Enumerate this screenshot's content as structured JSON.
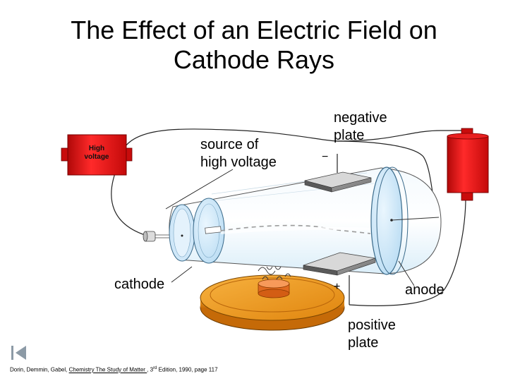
{
  "title": {
    "line1": "The Effect of an Electric Field on",
    "line2": "Cathode Rays"
  },
  "labels": {
    "negative_plate": [
      "negative",
      "plate"
    ],
    "source": [
      "source of",
      "high voltage"
    ],
    "cathode": "cathode",
    "anode": "anode",
    "positive_plate": [
      "positive",
      "plate"
    ],
    "minus_sign": "−",
    "plus_sign": "+",
    "high_voltage_box": [
      "High",
      "voltage"
    ]
  },
  "citation": {
    "authors": "Dorin, Demmin, Gabel, ",
    "book": "Chemistry The Study of Matter ",
    "edition_pre": " , 3",
    "edition_sup": "rd",
    "edition_post": " Edition, 1990, page 117"
  },
  "colors": {
    "red_box": "#e01010",
    "tube_fill": "#e6f3fb",
    "disk_fill": "#d6ecfa",
    "base_orange": "#e8890c",
    "plate_gray": "#8a8a8a"
  },
  "icons": {
    "nav": "back-to-start-icon"
  }
}
